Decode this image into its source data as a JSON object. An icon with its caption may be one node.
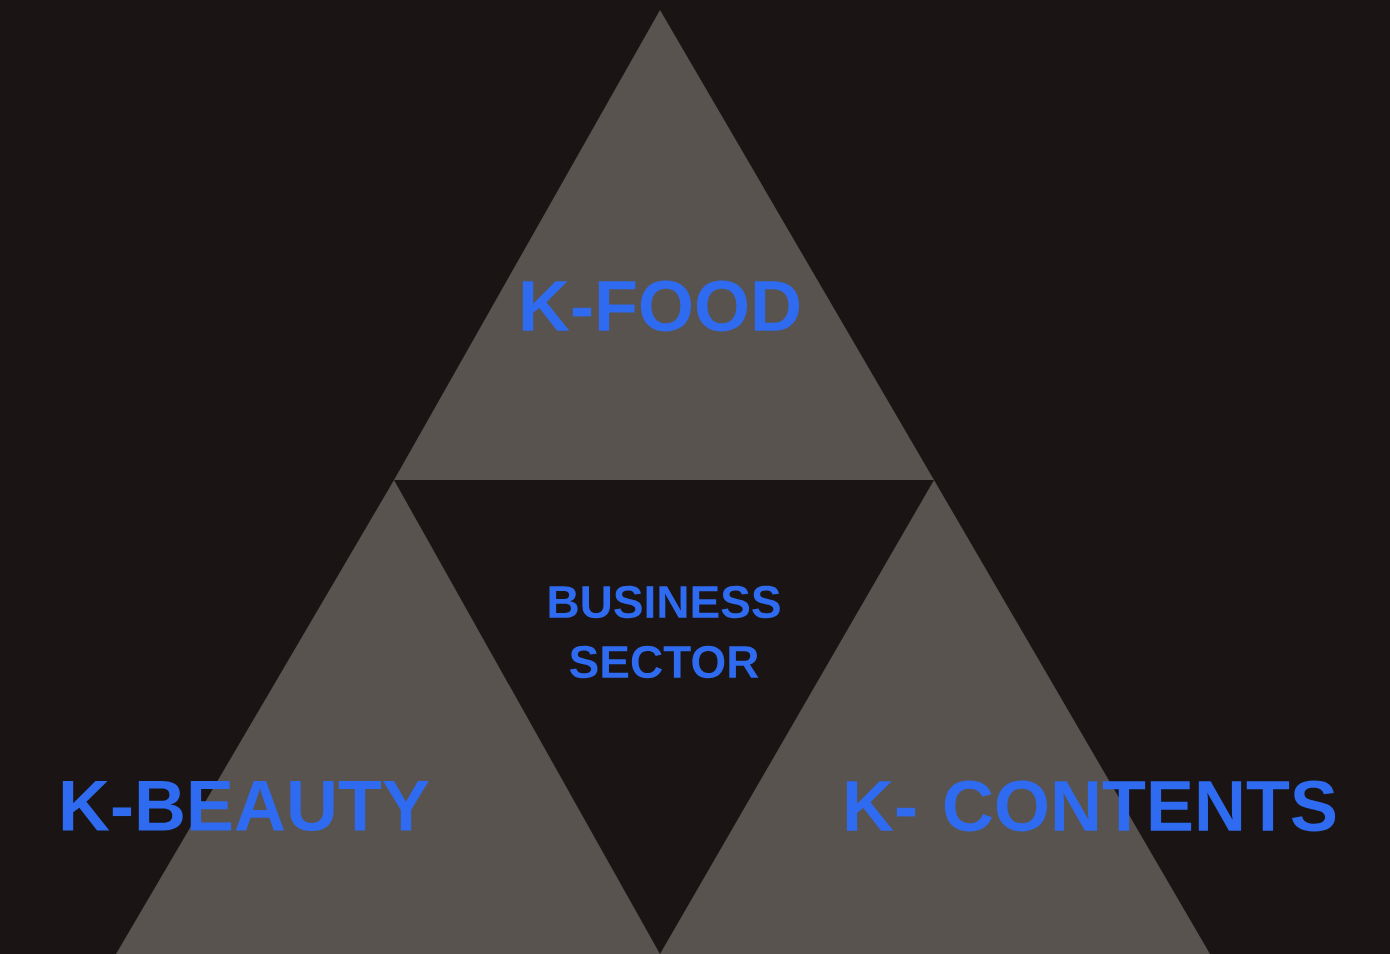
{
  "diagram": {
    "nodes": [
      {
        "text": [
          "K-FOOD"
        ]
      },
      {
        "text": [
          "BUSINESS SECTOR"
        ]
      },
      {
        "text": [
          "K-BEAUTY"
        ]
      },
      {
        "text": [
          "K- CONTENTS"
        ]
      }
    ]
  }
}
